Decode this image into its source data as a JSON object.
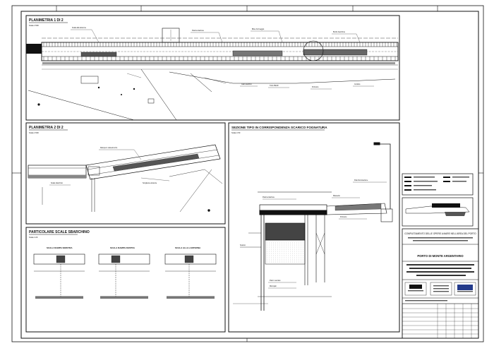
{
  "panels": {
    "top": {
      "title": "PLANIMETRIA 1 DI 2"
    },
    "middle_left": {
      "title": "PLANIMETRIA 2 DI 2"
    },
    "middle_right": {
      "title": "SEZIONE TIPO IN CORRISPONDENZA SCARICO FOGNATURA"
    },
    "bottom_left": {
      "title": "PARTICOLARE SCALE SBARCHINO",
      "sub_views": [
        "SCALA RAMPA SINISTRA",
        "SCALA RAMPA DESTRA",
        "SCALA ALLA LANTERNA"
      ]
    }
  },
  "title_block": {
    "project_title": "COMPLETAMENTO DELLE OPERE A MARE NELL'AREA DEL PORTO",
    "location": "PORTO DI MONTE ARGENTARIO"
  }
}
